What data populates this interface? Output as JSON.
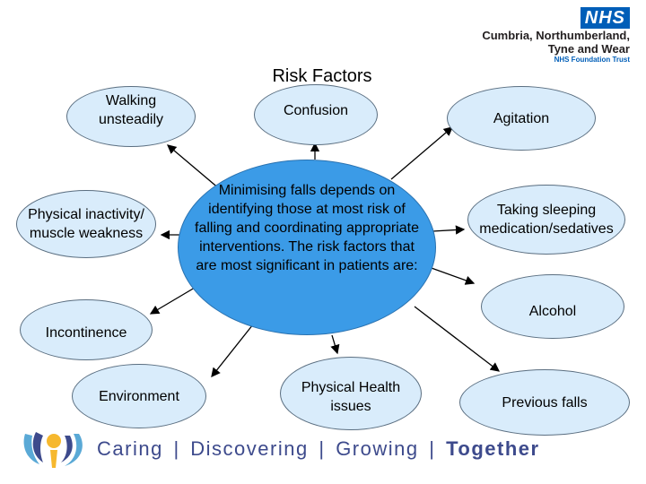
{
  "header": {
    "logo_badge": "NHS",
    "trust_line1": "Cumbria, Northumberland,",
    "trust_line2": "Tyne and Wear",
    "trust_sub": "NHS Foundation Trust"
  },
  "title": "Risk Factors",
  "center_text": "Minimising falls depends on identifying those at most risk of falling and coordinating appropriate interventions. The risk factors that are most significant in patients are:",
  "nodes": {
    "walking": "Walking unsteadily",
    "confusion": "Confusion",
    "agitation": "Agitation",
    "physical_inactivity": "Physical inactivity/ muscle weakness",
    "sleeping": "Taking sleeping medication/sedatives",
    "alcohol": "Alcohol",
    "incontinence": "Incontinence",
    "environment": "Environment",
    "physical_health": "Physical Health issues",
    "previous_falls": "Previous falls"
  },
  "footer": {
    "caring": "Caring",
    "discovering": "Discovering",
    "growing": "Growing",
    "together": "Together",
    "separator": "|"
  },
  "colors": {
    "center_fill": "#3b9be7",
    "node_fill": "#d9ecfb",
    "nhs_blue": "#005eb8",
    "footer_text": "#3d4a8c"
  }
}
